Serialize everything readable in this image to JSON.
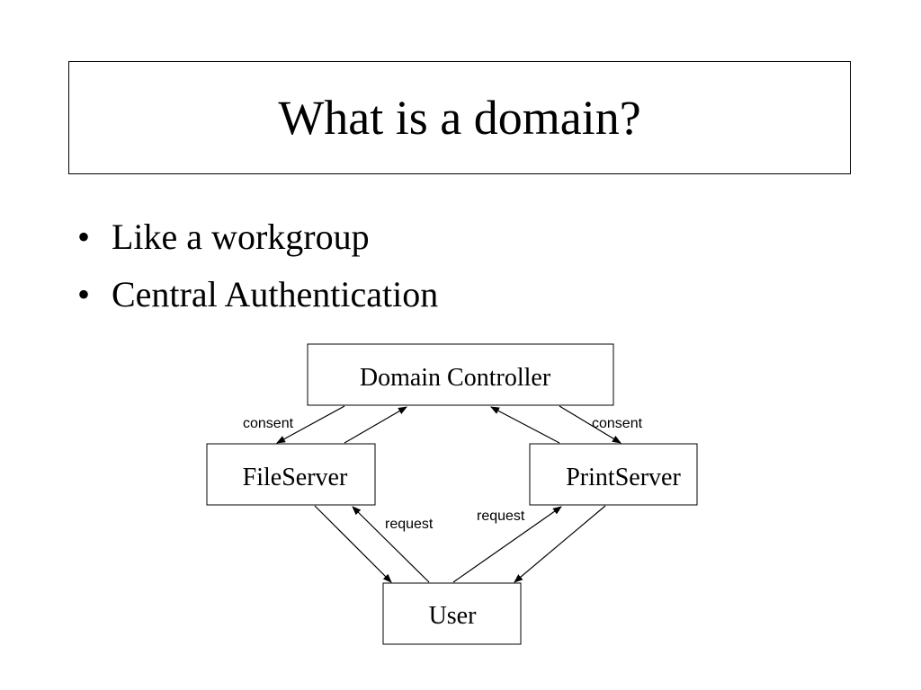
{
  "slide": {
    "title": "What is a domain?",
    "bullets": [
      "Like a workgroup",
      "Central Authentication"
    ]
  },
  "diagram": {
    "nodes": {
      "domain_controller": "Domain Controller",
      "file_server": "FileServer",
      "print_server": "PrintServer",
      "user": "User"
    },
    "edge_labels": {
      "consent_left": "consent",
      "consent_right": "consent",
      "request_left": "request",
      "request_right": "request"
    }
  }
}
